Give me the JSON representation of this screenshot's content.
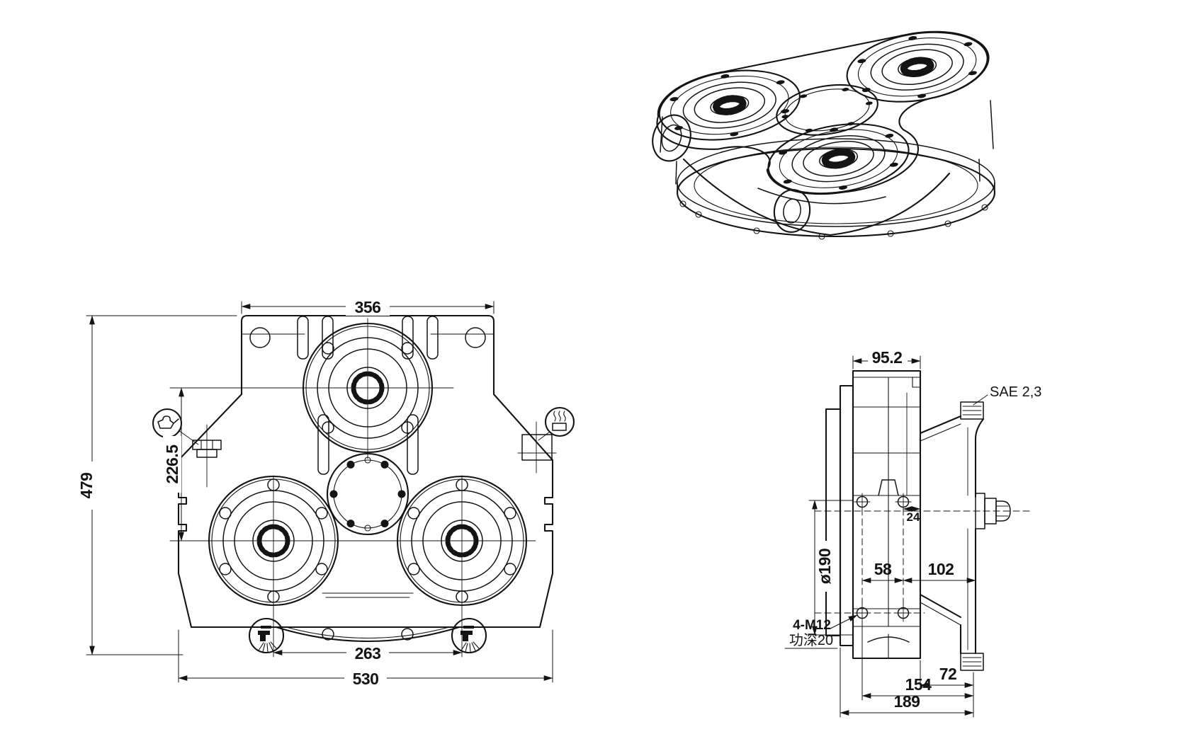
{
  "drawing": {
    "title": "pump-drive-gearbox-three-bore-housing",
    "background_color": "#ffffff",
    "line_color": "#141414"
  },
  "front_view": {
    "dims": {
      "top_flange_width": "356",
      "overall_height": "479",
      "bore_center_height": "226.5",
      "lower_bore_spacing": "263",
      "overall_width": "530"
    },
    "icons": {
      "oil_fill": "oil-can-icon",
      "breather": "breather-vent-icon",
      "drain_left": "drain-tap-icon",
      "drain_right": "drain-tap-icon"
    }
  },
  "side_view": {
    "dims": {
      "top_width": "95.2",
      "hole_edge_offset": "24",
      "pilot_diameter": "ø190",
      "hole_spacing": "58",
      "face_offset": "102",
      "flange_depth": "72",
      "mid_depth": "154",
      "overall_depth": "189"
    },
    "labels": {
      "sae_flange": "SAE 2,3",
      "tapped_holes": "4-M12",
      "tap_depth": "功深20"
    }
  },
  "iso_view": {
    "description": "isometric-housing-view"
  }
}
